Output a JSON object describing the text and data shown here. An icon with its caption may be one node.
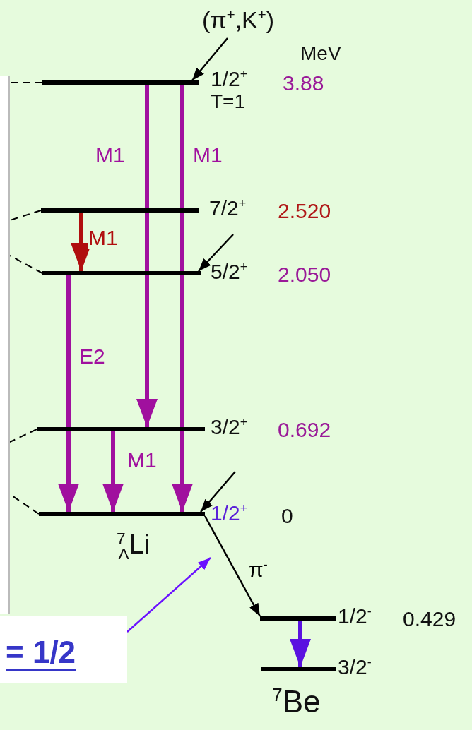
{
  "diagram": {
    "nodes": [
      {
        "text": [
          "(π$^{+}$,K$^{+}$)"
        ]
      },
      {
        "text": [],
        "shape": "box"
      },
      {
        "text": [],
        "shape": "bar",
        "beside": [
          "1/2$^{+}$",
          "T=1",
          "3.88"
        ]
      },
      {
        "text": [],
        "shape": "bar",
        "beside": [
          "7/2$^{+}$",
          "2.520"
        ]
      },
      {
        "text": [],
        "shape": "bar",
        "beside": [
          "5/2$^{+}$",
          "2.050"
        ]
      },
      {
        "text": [],
        "shape": "bar",
        "beside": [
          "3/2$^{+}$",
          "0.692"
        ]
      },
      {
        "text": [],
        "shape": "bar",
        "beside": [
          "1/2$^{+}$",
          "0"
        ]
      },
      {
        "text": [],
        "shape": "bar",
        "beside": [
          "1/2$^{-}$",
          "0.429"
        ]
      },
      {
        "text": [],
        "shape": "bar",
        "beside": [
          "3/2$^{-}$"
        ]
      },
      {
        "text": [
          "= 1/2"
        ]
      }
    ],
    "edges": [
      {
        "from": 0,
        "to": 2,
        "arrow": "to"
      },
      {
        "from": 2,
        "to": 5,
        "arrow": "to",
        "label": "M1",
        "style": "thick",
        "color": "#a0109e"
      },
      {
        "from": 2,
        "to": 6,
        "arrow": "to",
        "label": "M1",
        "style": "thick",
        "color": "#a0109e"
      },
      {
        "from": 3,
        "to": 4,
        "arrow": "to",
        "label": "M1",
        "style": "thick",
        "color": "#b00e0e"
      },
      {
        "from": null,
        "to": 4,
        "arrow": "to"
      },
      {
        "from": 4,
        "to": 6,
        "arrow": "to",
        "label": "E2",
        "style": "thick",
        "color": "#a0109e"
      },
      {
        "from": 5,
        "to": 6,
        "arrow": "to",
        "label": "M1",
        "style": "thick",
        "color": "#a0109e"
      },
      {
        "from": null,
        "to": 6,
        "arrow": "to"
      },
      {
        "from": 6,
        "to": 7,
        "arrow": "to",
        "label": "π$^{-}$"
      },
      {
        "from": 7,
        "to": 8,
        "arrow": "to",
        "style": "thick",
        "color": "#5a12e0"
      },
      {
        "from": 9,
        "to": null,
        "arrow": "to",
        "color": "#6a10ff"
      },
      {
        "from": 2,
        "to": 1,
        "arrow": "none",
        "style": "dashed"
      },
      {
        "from": 3,
        "to": 1,
        "arrow": "none",
        "style": "dashed"
      },
      {
        "from": 4,
        "to": 1,
        "arrow": "none",
        "style": "dashed"
      },
      {
        "from": 5,
        "to": 1,
        "arrow": "none",
        "style": "dashed"
      },
      {
        "from": 6,
        "to": 1,
        "arrow": "none",
        "style": "dashed"
      }
    ],
    "labels": [
      "MeV",
      "$^{7}$$_{Λ}$Li",
      "$^{7}$Be"
    ]
  }
}
